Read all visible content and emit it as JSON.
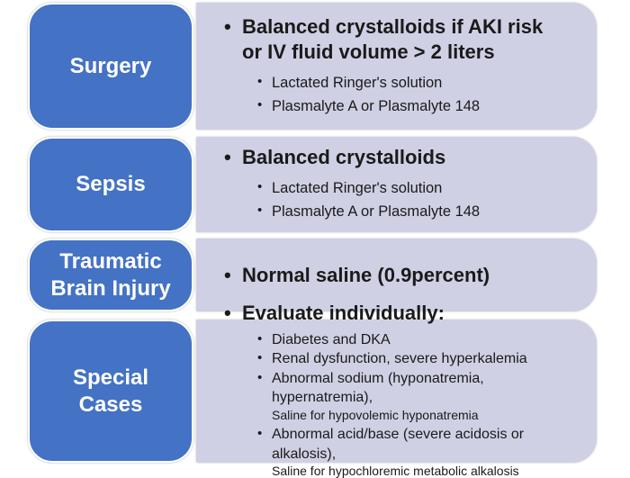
{
  "colors": {
    "label_box_fill": "#4472C4",
    "label_box_border": "#FFFFFF",
    "label_text": "#FFFFFF",
    "panel_fill": "#CFD0E4",
    "body_text": "#1A1A1A",
    "background": "#FFFFFF"
  },
  "glyphs": {
    "bullet": "•"
  },
  "rows": [
    {
      "label": "Surgery",
      "main_lines": [
        "Balanced crystalloids if AKI risk",
        "or IV fluid volume > 2 liters"
      ],
      "subs": [
        {
          "text": "Lactated Ringer's solution"
        },
        {
          "text": "Plasmalyte A or Plasmalyte 148"
        }
      ]
    },
    {
      "label": "Sepsis",
      "main_lines": [
        "Balanced crystalloids"
      ],
      "subs": [
        {
          "text": "Lactated Ringer's solution"
        },
        {
          "text": "Plasmalyte A or Plasmalyte 148"
        }
      ]
    },
    {
      "label": "Traumatic Brain Injury",
      "main_lines": [
        "Normal saline (0.9percent)"
      ],
      "subs": []
    },
    {
      "label": "Special Cases",
      "main_lines": [
        "Evaluate individually:"
      ],
      "subs": [
        {
          "text": "Diabetes and DKA"
        },
        {
          "text": "Renal dysfunction, severe hyperkalemia"
        },
        {
          "text": "Abnormal sodium (hyponatremia, hypernatremia),",
          "note": "Saline for hypovolemic hyponatremia"
        },
        {
          "text": "Abnormal acid/base (severe acidosis or alkalosis),",
          "note": "Saline for hypochloremic metabolic alkalosis"
        }
      ]
    }
  ]
}
